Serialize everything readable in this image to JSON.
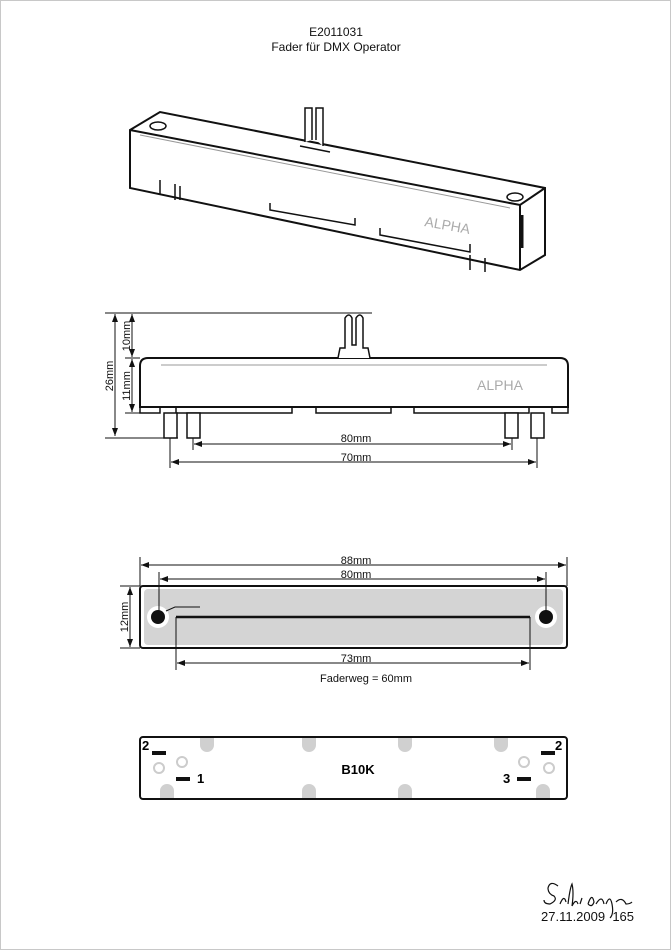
{
  "title": {
    "part_number": "E2011031",
    "description": "Fader für DMX Operator"
  },
  "brand_label": "ALPHA",
  "side_view": {
    "total_height": "26mm",
    "knob_height": "10mm",
    "body_height": "11mm",
    "inner_pin_spacing": "80mm",
    "outer_pin_spacing": "70mm"
  },
  "top_view": {
    "overall_length": "88mm",
    "hole_spacing": "80mm",
    "width": "12mm",
    "slot_length": "73mm",
    "travel_note": "Faderweg = 60mm"
  },
  "bottom_view": {
    "value": "B10K",
    "pins": [
      "2",
      "1",
      "3",
      "2"
    ]
  },
  "footer": {
    "signature": "Schipanger",
    "date_code": "27.11.2009  165"
  }
}
